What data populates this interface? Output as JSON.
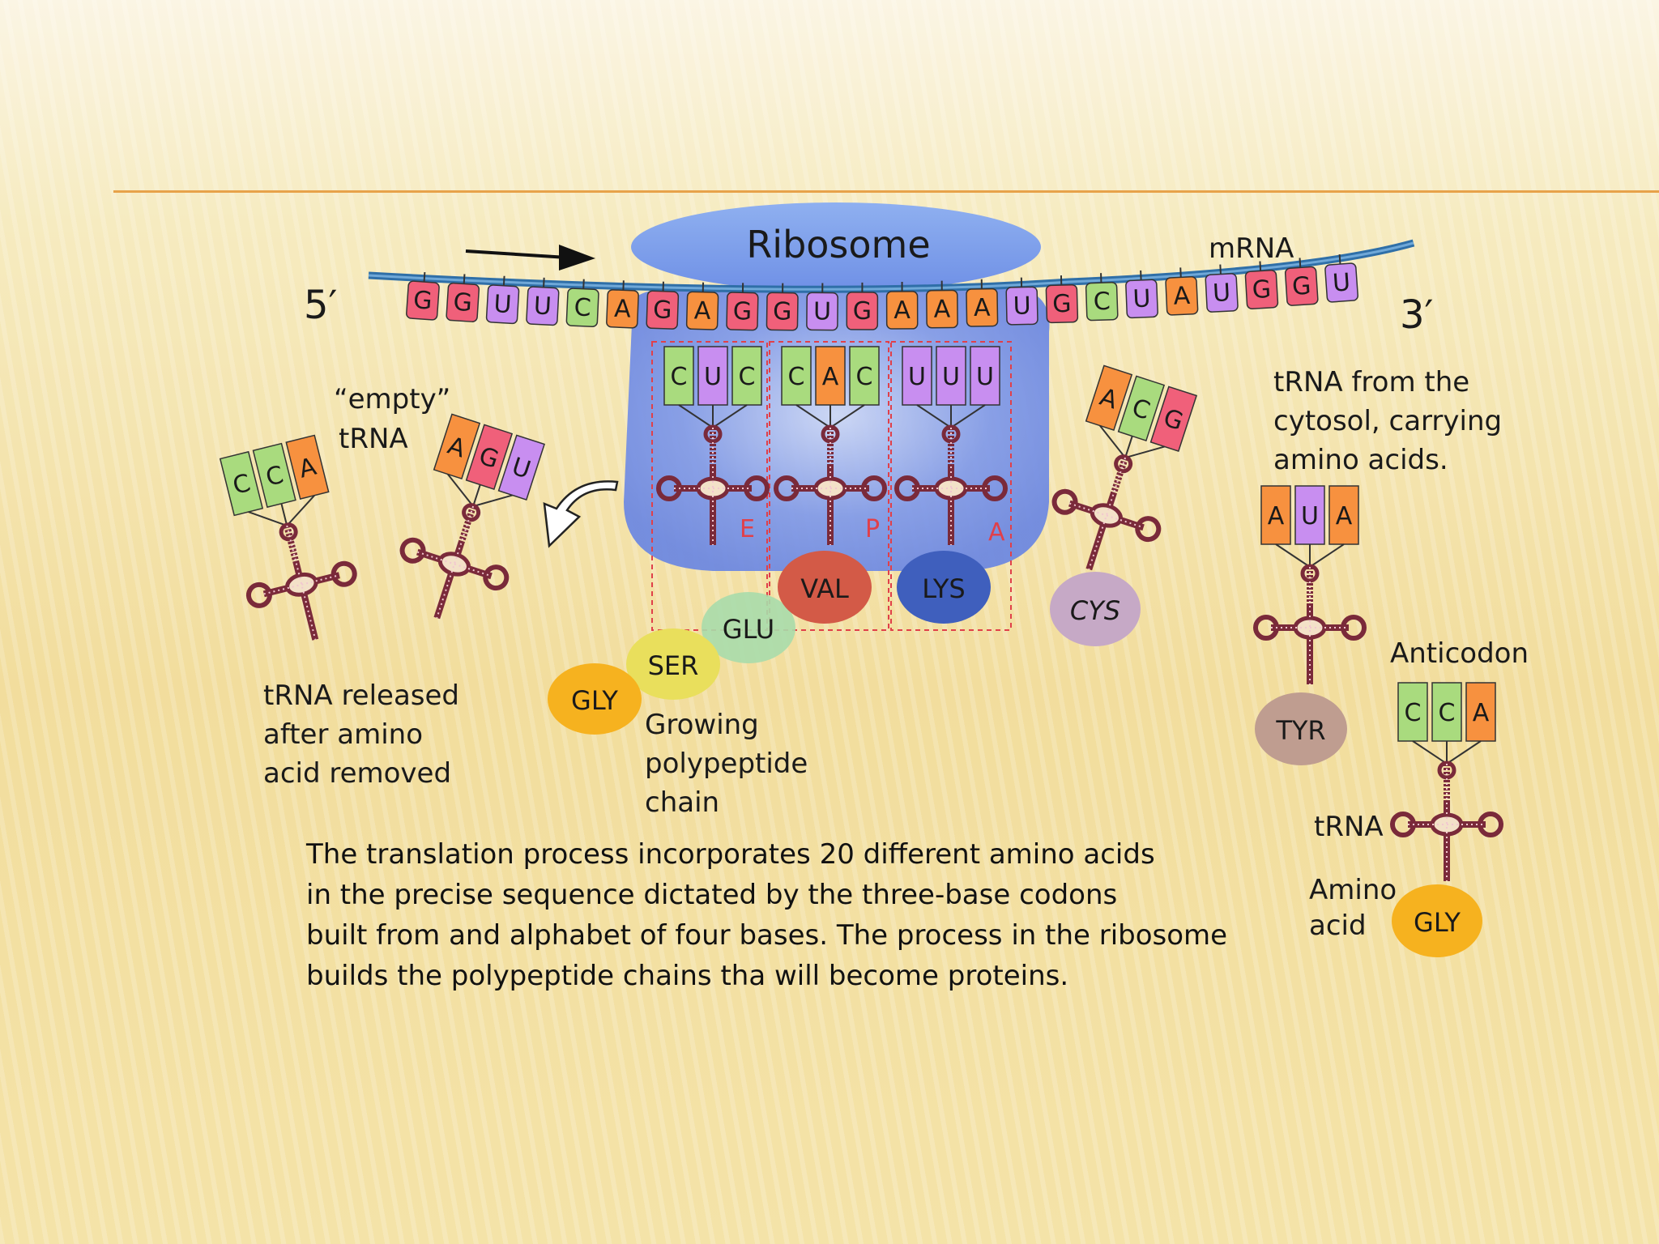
{
  "labels": {
    "ribosome": "Ribosome",
    "mrna": "mRNA",
    "five_prime": "5′",
    "three_prime": "3′",
    "empty_trna_line1": "“empty”",
    "empty_trna_line2": "tRNA",
    "released_line1": "tRNA released",
    "released_line2": "after amino",
    "released_line3": "acid removed",
    "growing_line1": "Growing",
    "growing_line2": "polypeptide",
    "growing_line3": "chain",
    "cytosol_line1": "tRNA from the",
    "cytosol_line2": "cytosol, carrying",
    "cytosol_line3": "amino acids.",
    "anticodon": "Anticodon",
    "trna": "tRNA",
    "amino_line1": "Amino",
    "amino_line2": "acid"
  },
  "sites": [
    "E",
    "P",
    "A"
  ],
  "mrna_sequence": [
    "G",
    "G",
    "U",
    "U",
    "C",
    "A",
    "G",
    "A",
    "G",
    "G",
    "U",
    "G",
    "A",
    "A",
    "A",
    "U",
    "G",
    "C",
    "U",
    "A",
    "U",
    "G",
    "G",
    "U"
  ],
  "ribosome_anticodons": [
    [
      "C",
      "U",
      "C"
    ],
    [
      "C",
      "A",
      "C"
    ],
    [
      "U",
      "U",
      "U"
    ]
  ],
  "free_trna_anticodons": {
    "released": [
      "C",
      "C",
      "A"
    ],
    "empty": [
      "A",
      "G",
      "U"
    ],
    "cys": [
      "A",
      "C",
      "G"
    ],
    "tyr": [
      "A",
      "U",
      "A"
    ],
    "gly": [
      "C",
      "C",
      "A"
    ]
  },
  "amino_acids": {
    "val": "VAL",
    "lys": "LYS",
    "glu": "GLU",
    "ser": "SER",
    "gly_chain": "GLY",
    "cys": "CYS",
    "tyr": "TYR",
    "gly_free": "GLY"
  },
  "base_colors": {
    "G": "#f0607a",
    "U": "#c88ef0",
    "C": "#a9db7e",
    "A": "#f7913f"
  },
  "caption": [
    "The translation process incorporates 20 different amino acids",
    "in the precise sequence dictated by the three-base codons",
    "built from and alphabet of four bases. The process in the ribosome",
    "builds the polypeptide chains tha will become proteins."
  ]
}
